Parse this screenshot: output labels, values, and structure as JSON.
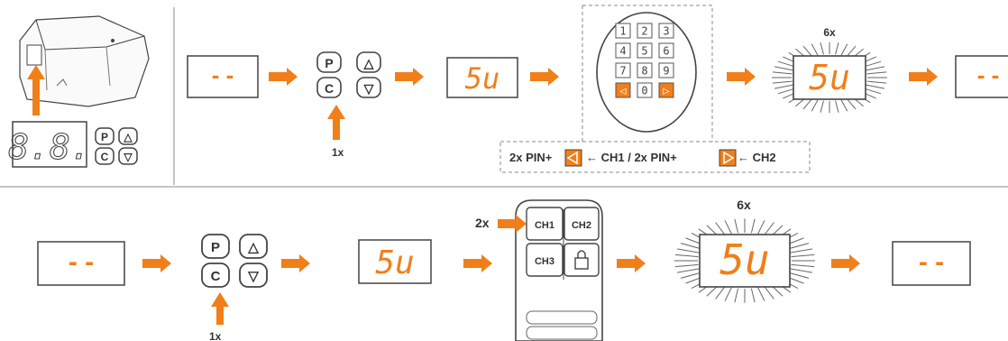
{
  "colors": {
    "accent": "#f07f1a",
    "line": "#555555",
    "dash_border": "#888888"
  },
  "device_panel": {
    "display_text": "8.8.",
    "buttons": [
      "P",
      "△",
      "C",
      "▽"
    ]
  },
  "row1": {
    "display_idle": "- -",
    "display_su": "5u",
    "buttons": [
      "P",
      "△",
      "C",
      "▽"
    ],
    "press_count": "1x",
    "keypad_keys": [
      "1",
      "2",
      "3",
      "4",
      "5",
      "6",
      "7",
      "8",
      "9",
      "◁",
      "0",
      "▷"
    ],
    "flash_count": "6x",
    "instruction": {
      "part1": "2x PIN+",
      "part2": "← CH1 / 2x PIN+",
      "part3": "← CH2"
    }
  },
  "row2": {
    "display_idle": "- -",
    "display_su": "5u",
    "buttons": [
      "P",
      "△",
      "C",
      "▽"
    ],
    "press_count": "1x",
    "remote_press_count": "2x",
    "remote_buttons": [
      "CH1",
      "CH2",
      "CH3"
    ],
    "lock_icon": "lock-icon",
    "flash_count": "6x"
  }
}
